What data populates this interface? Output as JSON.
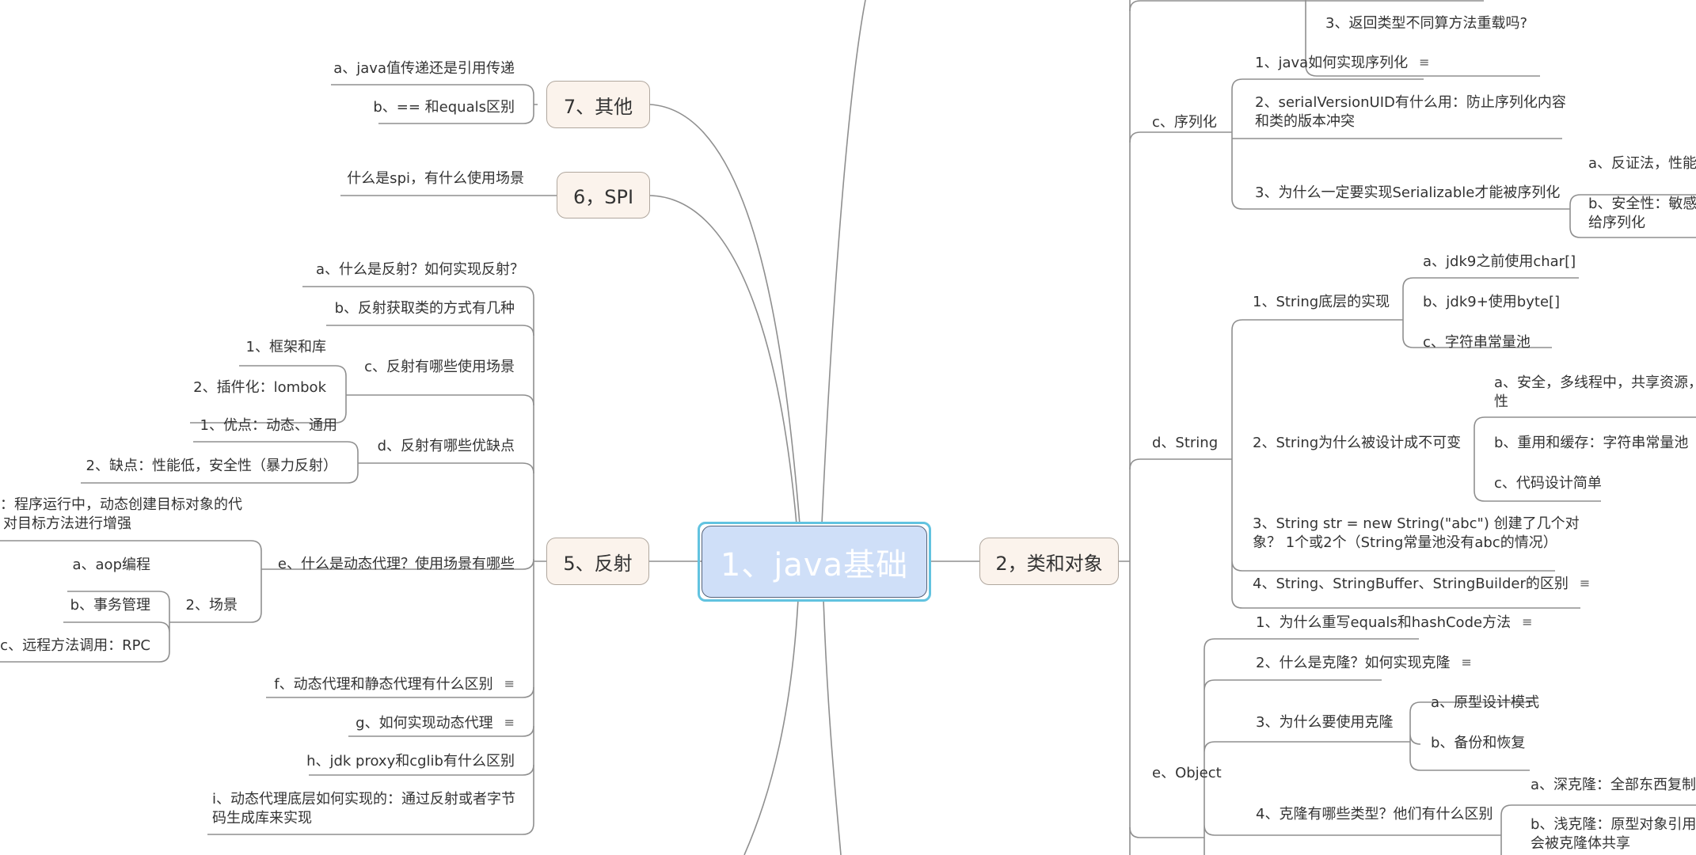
{
  "root": {
    "label": "1、java基础"
  },
  "branches": {
    "classes": {
      "label": "2，类和对象"
    },
    "reflection": {
      "label": "5、反射"
    },
    "spi": {
      "label": "6，SPI"
    },
    "other": {
      "label": "7、其他"
    }
  },
  "other_items": [
    "a、java值传递还是引用传递",
    "b、== 和equals区别"
  ],
  "spi_items": [
    "什么是spi，有什么使用场景"
  ],
  "reflection_items": {
    "a": "a、什么是反射？如何实现反射？",
    "b": "b、反射获取类的方式有几种",
    "c": "c、反射有哪些使用场景",
    "c_children": [
      "1、框架和库",
      "2、插件化：lombok"
    ],
    "d": "d、反射有哪些优缺点",
    "d_children": [
      "1、优点：动态、通用",
      "2、缺点：性能低，安全性（暴力反射）"
    ],
    "e": "e、什么是动态代理？使用场景有哪些",
    "e_child1_line1": "：程序运行中，动态创建目标对象的代",
    "e_child1_line2": "对目标方法进行增强",
    "e_scenes": "2、场景",
    "e_scene_items": [
      "a、aop编程",
      "b、事务管理",
      "c、远程方法调用：RPC"
    ],
    "f": "f、动态代理和静态代理有什么区别",
    "g": "g、如何实现动态代理",
    "h": "h、jdk proxy和cglib有什么区别",
    "i_line1": "i、动态代理底层如何实现的：通过反射或者字节",
    "i_line2": "码生成库来实现"
  },
  "class_items": {
    "overload_q3": "3、返回类型不同算方法重载吗?",
    "serialization": "c、序列化",
    "serialization_children": {
      "s1": "1、java如何实现序列化",
      "s2_line1": "2、serialVersionUID有什么用：防止序列化内容",
      "s2_line2": "和类的版本冲突",
      "s3": "3、为什么一定要实现Serializable才能被序列化",
      "s3_a": "a、反证法，性能",
      "s3_b_line1": "b、安全性：敏感",
      "s3_b_line2": "给序列化"
    },
    "string": "d、String",
    "string_children": {
      "st1": "1、String底层的实现",
      "st1_items": [
        "a、jdk9之前使用char[]",
        "b、jdk9+使用byte[]",
        "c、字符串常量池"
      ],
      "st2": "2、String为什么被设计成不可变",
      "st2_a_line1": "a、安全，多线程中，共享资源，",
      "st2_a_line2": "性",
      "st2_b": "b、重用和缓存：字符串常量池",
      "st2_c": "c、代码设计简单",
      "st3_line1": "3、String str = new String(\"abc\") 创建了几个对",
      "st3_line2": "象？ 1个或2个（String常量池没有abc的情况）",
      "st4": "4、String、StringBuffer、StringBuilder的区别"
    },
    "object": "e、Object",
    "object_children": {
      "o1": "1、为什么重写equals和hashCode方法",
      "o2": "2、什么是克隆？如何实现克隆",
      "o3": "3、为什么要使用克隆",
      "o3_items": [
        "a、原型设计模式",
        "b、备份和恢复"
      ],
      "o4": "4、克隆有哪些类型？他们有什么区别",
      "o4_a": "a、深克隆：全部东西复制",
      "o4_b_line1": "b、浅克隆：原型对象引用",
      "o4_b_line2": "会被克隆体共享"
    }
  },
  "icons": {
    "note": "≡"
  },
  "colors": {
    "root_fill": "#cfdff8",
    "root_selection": "#62c3e0",
    "branch_fill": "#fbf3ec",
    "line": "#8f8f8f"
  }
}
